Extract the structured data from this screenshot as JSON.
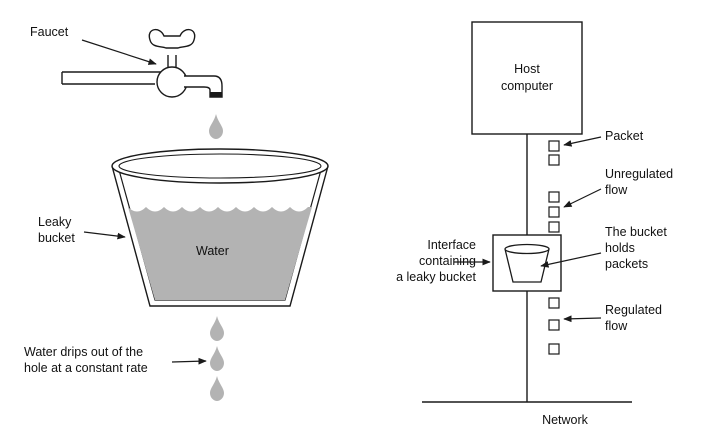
{
  "left_panel": {
    "faucet_label": "Faucet",
    "bucket_label_line1": "Leaky",
    "bucket_label_line2": "bucket",
    "water_label": "Water",
    "drip_label_line1": "Water drips out of the",
    "drip_label_line2": "hole at a constant rate"
  },
  "right_panel": {
    "host_line1": "Host",
    "host_line2": "computer",
    "packet_label": "Packet",
    "unregulated_line1": "Unregulated",
    "unregulated_line2": "flow",
    "bucket_holds_line1": "The bucket",
    "bucket_holds_line2": "holds",
    "bucket_holds_line3": "packets",
    "interface_line1": "Interface",
    "interface_line2": "containing",
    "interface_line3": "a leaky bucket",
    "regulated_line1": "Regulated",
    "regulated_line2": "flow",
    "network_label": "Network"
  },
  "colors": {
    "water": "#b3b3b3",
    "stroke": "#1a1a1a",
    "background": "#ffffff"
  }
}
